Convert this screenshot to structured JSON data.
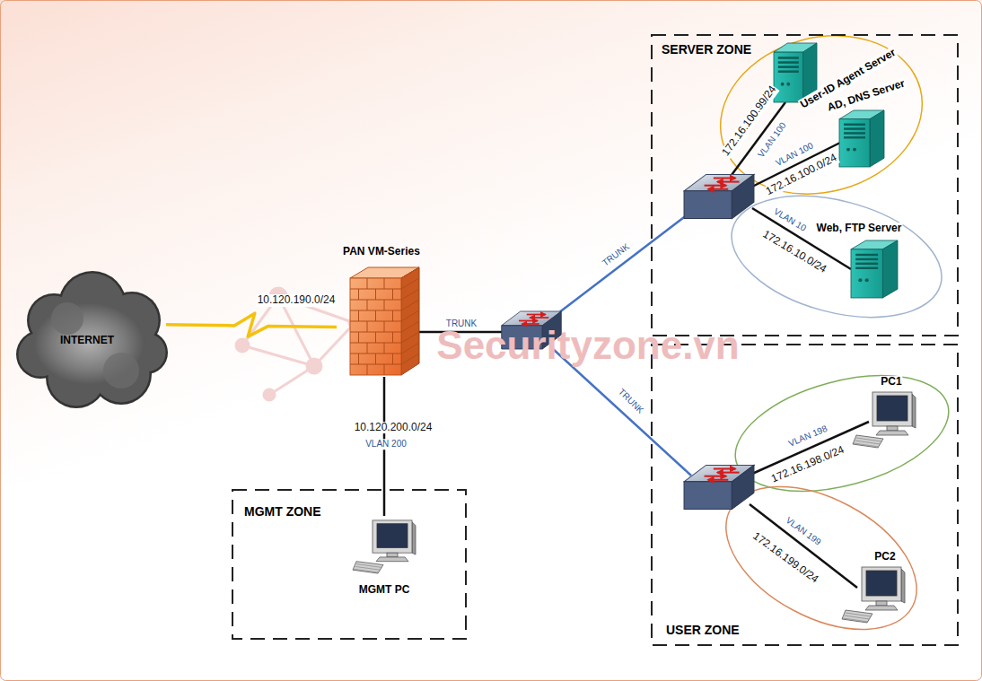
{
  "diagram": {
    "nodes": [
      {
        "text": [
          "INTERNET"
        ]
      },
      {
        "text": [
          "PAN VM-Series"
        ]
      },
      {
        "text": [
          "SERVER ZONE"
        ]
      },
      {
        "text": [
          "User-ID Agent Server"
        ],
        "in": 2
      },
      {
        "text": [
          "AD, DNS Server"
        ],
        "in": 2
      },
      {
        "text": [
          "Web, FTP Server"
        ],
        "in": 2
      },
      {
        "text": [
          "USER ZONE"
        ]
      },
      {
        "text": [
          "PC1"
        ],
        "in": 6
      },
      {
        "text": [
          "PC2"
        ],
        "in": 6
      },
      {
        "text": [
          "MGMT ZONE"
        ]
      },
      {
        "text": [
          "MGMT PC"
        ],
        "in": 9
      }
    ],
    "edges": [
      {
        "from": 0,
        "to": 1,
        "arrow": "none",
        "label": "10.120.190.0/24"
      },
      {
        "from": 1,
        "to": 10,
        "arrow": "none",
        "label": "10.120.200.0/24"
      }
    ],
    "labels": [
      "TRUNK",
      "TRUNK",
      "TRUNK",
      "172.16.100.99/24",
      "VLAN 100",
      "VLAN 100",
      "172.16.100.0/24",
      "VLAN 10",
      "172.16.10.0/24",
      "VLAN 198",
      "172.16.198.0/24",
      "VLAN 199",
      "172.16.199.0/24",
      "VLAN 200",
      "Securityzone.vn"
    ]
  }
}
